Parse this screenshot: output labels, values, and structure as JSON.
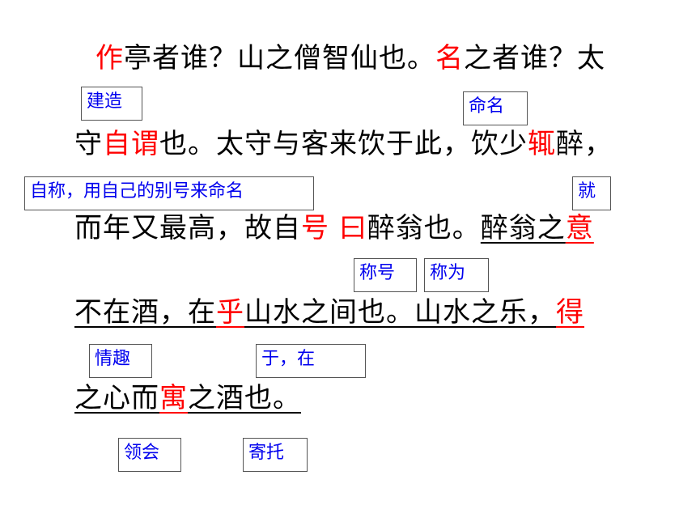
{
  "colors": {
    "text": "#000000",
    "highlight": "#ff0000",
    "gloss_text": "#0000ee",
    "gloss_border": "#555555"
  },
  "passage": {
    "line1": {
      "h1": "作",
      "t1": "亭者谁？山之僧智仙也。",
      "h2": "名",
      "t2": "之者谁？太"
    },
    "line2": {
      "t1": "守",
      "h1": "自谓",
      "t2": "也。太守与客来饮于此，饮少",
      "h2": "辄",
      "t3": "醉，"
    },
    "line3": {
      "t1": "而年又最高，故自",
      "h1": "号",
      "sp": " ",
      "h2": "曰",
      "t2": "醉翁也。",
      "u1": "醉翁之",
      "h3": "意"
    },
    "line4": {
      "u1": "不在酒，在",
      "h1": "乎",
      "u2": "山水之间也。山水之乐，",
      "h2": "得"
    },
    "line5": {
      "u1": "之心而",
      "h1": "寓",
      "u2": "之酒也。"
    }
  },
  "glosses": {
    "jianzao": "建造",
    "mingming": "命名",
    "zicheng": "自称，用自己的别号来命名",
    "jiu": "就",
    "chenghao": "称号",
    "chengwei": "称为",
    "qingqu": "情趣",
    "yuzai": "于，在",
    "linghui": "领会",
    "jituo": "寄托"
  }
}
